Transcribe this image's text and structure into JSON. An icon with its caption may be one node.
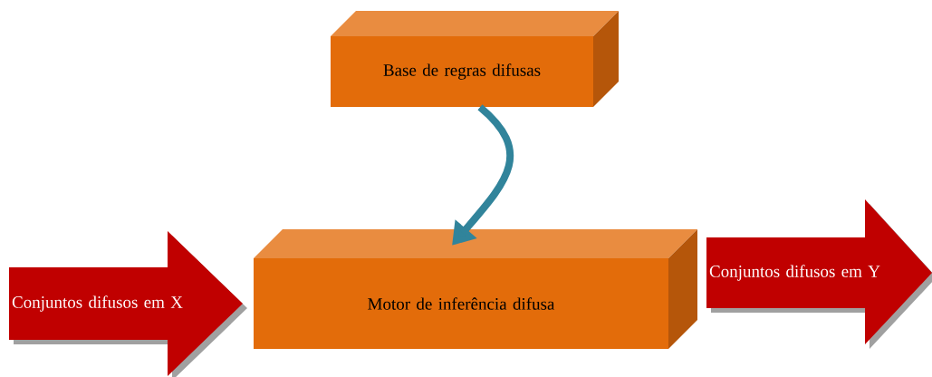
{
  "diagram": {
    "nodes": [
      {
        "text": [
          "Base de regras difusas"
        ]
      },
      {
        "text": [
          "Motor de inferência difusa"
        ]
      },
      {
        "text": [
          "Conjuntos difusos em X"
        ]
      },
      {
        "text": [
          "Conjuntos difusos em Y"
        ]
      }
    ],
    "edges": [
      {
        "from": 0,
        "to": 1,
        "arrow": "to"
      }
    ]
  }
}
